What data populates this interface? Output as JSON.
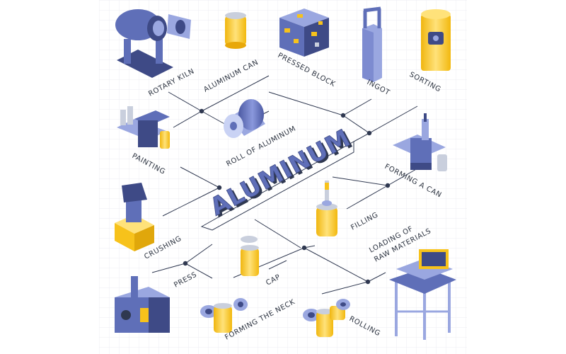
{
  "title": "ALUMINUM",
  "labels": {
    "rotary_kiln": "ROTARY KILN",
    "aluminum_can": "ALUMINUM CAN",
    "pressed_block": "PRESSED BLOCK",
    "ingot": "INGOT",
    "sorting": "SORTING",
    "painting": "PAINTING",
    "roll_of_aluminum": "ROLL OF ALUMINUM",
    "forming_a_can": "FORMING A CAN",
    "crushing": "CRUSHING",
    "filling": "FILLING",
    "loading_raw_materials_1": "LOADING OF",
    "loading_raw_materials_2": "RAW MATERIALS",
    "press": "PRESS",
    "cap": "CAP",
    "forming_the_neck": "FORMING THE NECK",
    "rolling": "ROLLING"
  },
  "colors": {
    "line": "#2f3850",
    "blue": "#5f6fb8",
    "blue_dark": "#3e4a86",
    "blue_light": "#9aa7e0",
    "yellow": "#f7c21b",
    "yellow_light": "#ffe27a",
    "gray": "#c9cfdd",
    "grid": "#eceef3"
  },
  "icons": [
    "rotary-kiln-icon",
    "aluminum-can-icon",
    "pressed-block-icon",
    "ingot-icon",
    "sorting-bin-icon",
    "painting-machine-icon",
    "aluminum-roll-icon",
    "can-forming-machine-icon",
    "crusher-icon",
    "filling-can-icon",
    "raw-material-loader-icon",
    "press-machine-icon",
    "capped-can-icon",
    "neck-forming-icon",
    "rolling-cans-icon"
  ]
}
